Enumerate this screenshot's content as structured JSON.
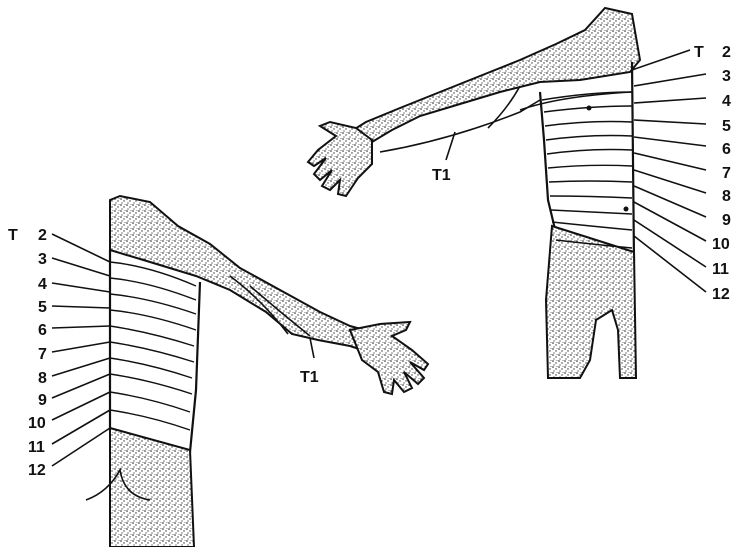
{
  "figure": {
    "front_view": {
      "labels": [
        "T",
        "2",
        "3",
        "4",
        "5",
        "6",
        "7",
        "8",
        "9",
        "10",
        "11",
        "12",
        "T1"
      ]
    },
    "back_view": {
      "labels": [
        "T",
        "2",
        "3",
        "4",
        "5",
        "6",
        "7",
        "8",
        "9",
        "10",
        "11",
        "12",
        "T1"
      ]
    }
  }
}
